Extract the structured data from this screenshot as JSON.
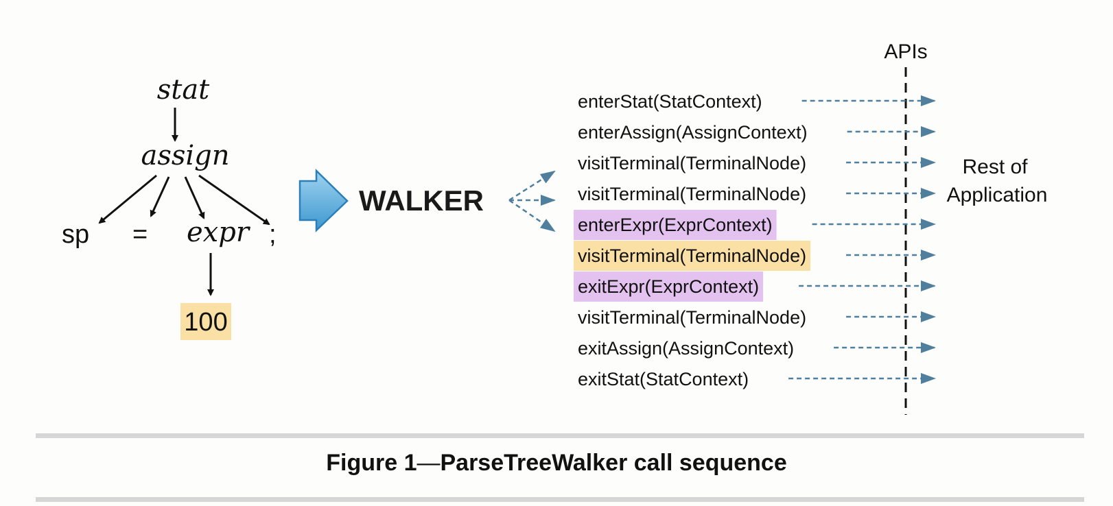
{
  "tree": {
    "root": "stat",
    "child": "assign",
    "leaves": [
      "sp",
      "=",
      "expr",
      ";"
    ],
    "expr_child": "100"
  },
  "walker": {
    "label": "WALKER"
  },
  "events": [
    {
      "text": "enterStat(StatContext)",
      "highlight": ""
    },
    {
      "text": "enterAssign(AssignContext)",
      "highlight": ""
    },
    {
      "text": "visitTerminal(TerminalNode)",
      "highlight": ""
    },
    {
      "text": "visitTerminal(TerminalNode)",
      "highlight": ""
    },
    {
      "text": "enterExpr(ExprContext)",
      "highlight": "purple"
    },
    {
      "text": "visitTerminal(TerminalNode)",
      "highlight": "yellow"
    },
    {
      "text": "exitExpr(ExprContext)",
      "highlight": "purple"
    },
    {
      "text": "visitTerminal(TerminalNode)",
      "highlight": ""
    },
    {
      "text": "exitAssign(AssignContext)",
      "highlight": ""
    },
    {
      "text": "exitStat(StatContext)",
      "highlight": ""
    }
  ],
  "apis_label": "APIs",
  "rest_label": [
    "Rest of",
    "Application"
  ],
  "caption": {
    "label": "Figure 1",
    "dash": "—",
    "title": "ParseTreeWalker call sequence"
  },
  "colors": {
    "purple_highlight": "#e3c2ef",
    "yellow_highlight": "#fbe0a6",
    "arrow_blue": "#4f7f9d",
    "walker_arrow_fill": "#5aaedb",
    "walker_arrow_stroke": "#2c7fb8"
  }
}
